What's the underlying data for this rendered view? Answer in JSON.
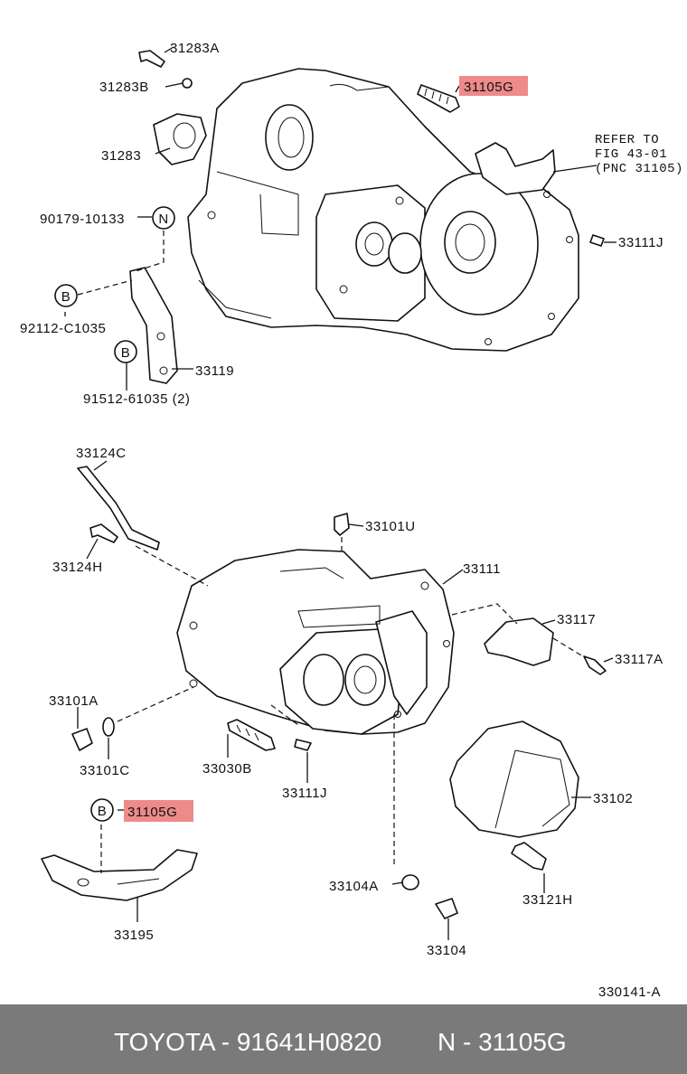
{
  "callouts": {
    "p31283A": "31283A",
    "p31283B": "31283B",
    "p31283": "31283",
    "p31105G_top": "31105G",
    "refer_line1": "REFER TO",
    "refer_line2": "FIG 43-01",
    "refer_line3": "(PNC 31105)",
    "p33111J_top": "33111J",
    "p90179": "90179-10133",
    "p92112": "92112-C1035",
    "p33119": "33119",
    "p91512": "91512-61035 (2)",
    "p33124C": "33124C",
    "p33124H": "33124H",
    "p33101U": "33101U",
    "p33111": "33111",
    "p33117": "33117",
    "p33117A": "33117A",
    "p33101A": "33101A",
    "p33101C": "33101C",
    "p33030B": "33030B",
    "p33111J_bot": "33111J",
    "p33102": "33102",
    "p31105G_bot": "31105G",
    "p33195": "33195",
    "p33104A": "33104A",
    "p33121H": "33121H",
    "p33104": "33104",
    "figure_code": "330141-A"
  },
  "markers": {
    "N": "N",
    "B1": "B",
    "B2": "B",
    "B3": "B"
  },
  "highlight_color": "#ee8a8a",
  "footer": {
    "brand_part": "TOYOTA - 91641H0820",
    "pnc": "N - 31105G",
    "background": "#7a7a7a"
  }
}
